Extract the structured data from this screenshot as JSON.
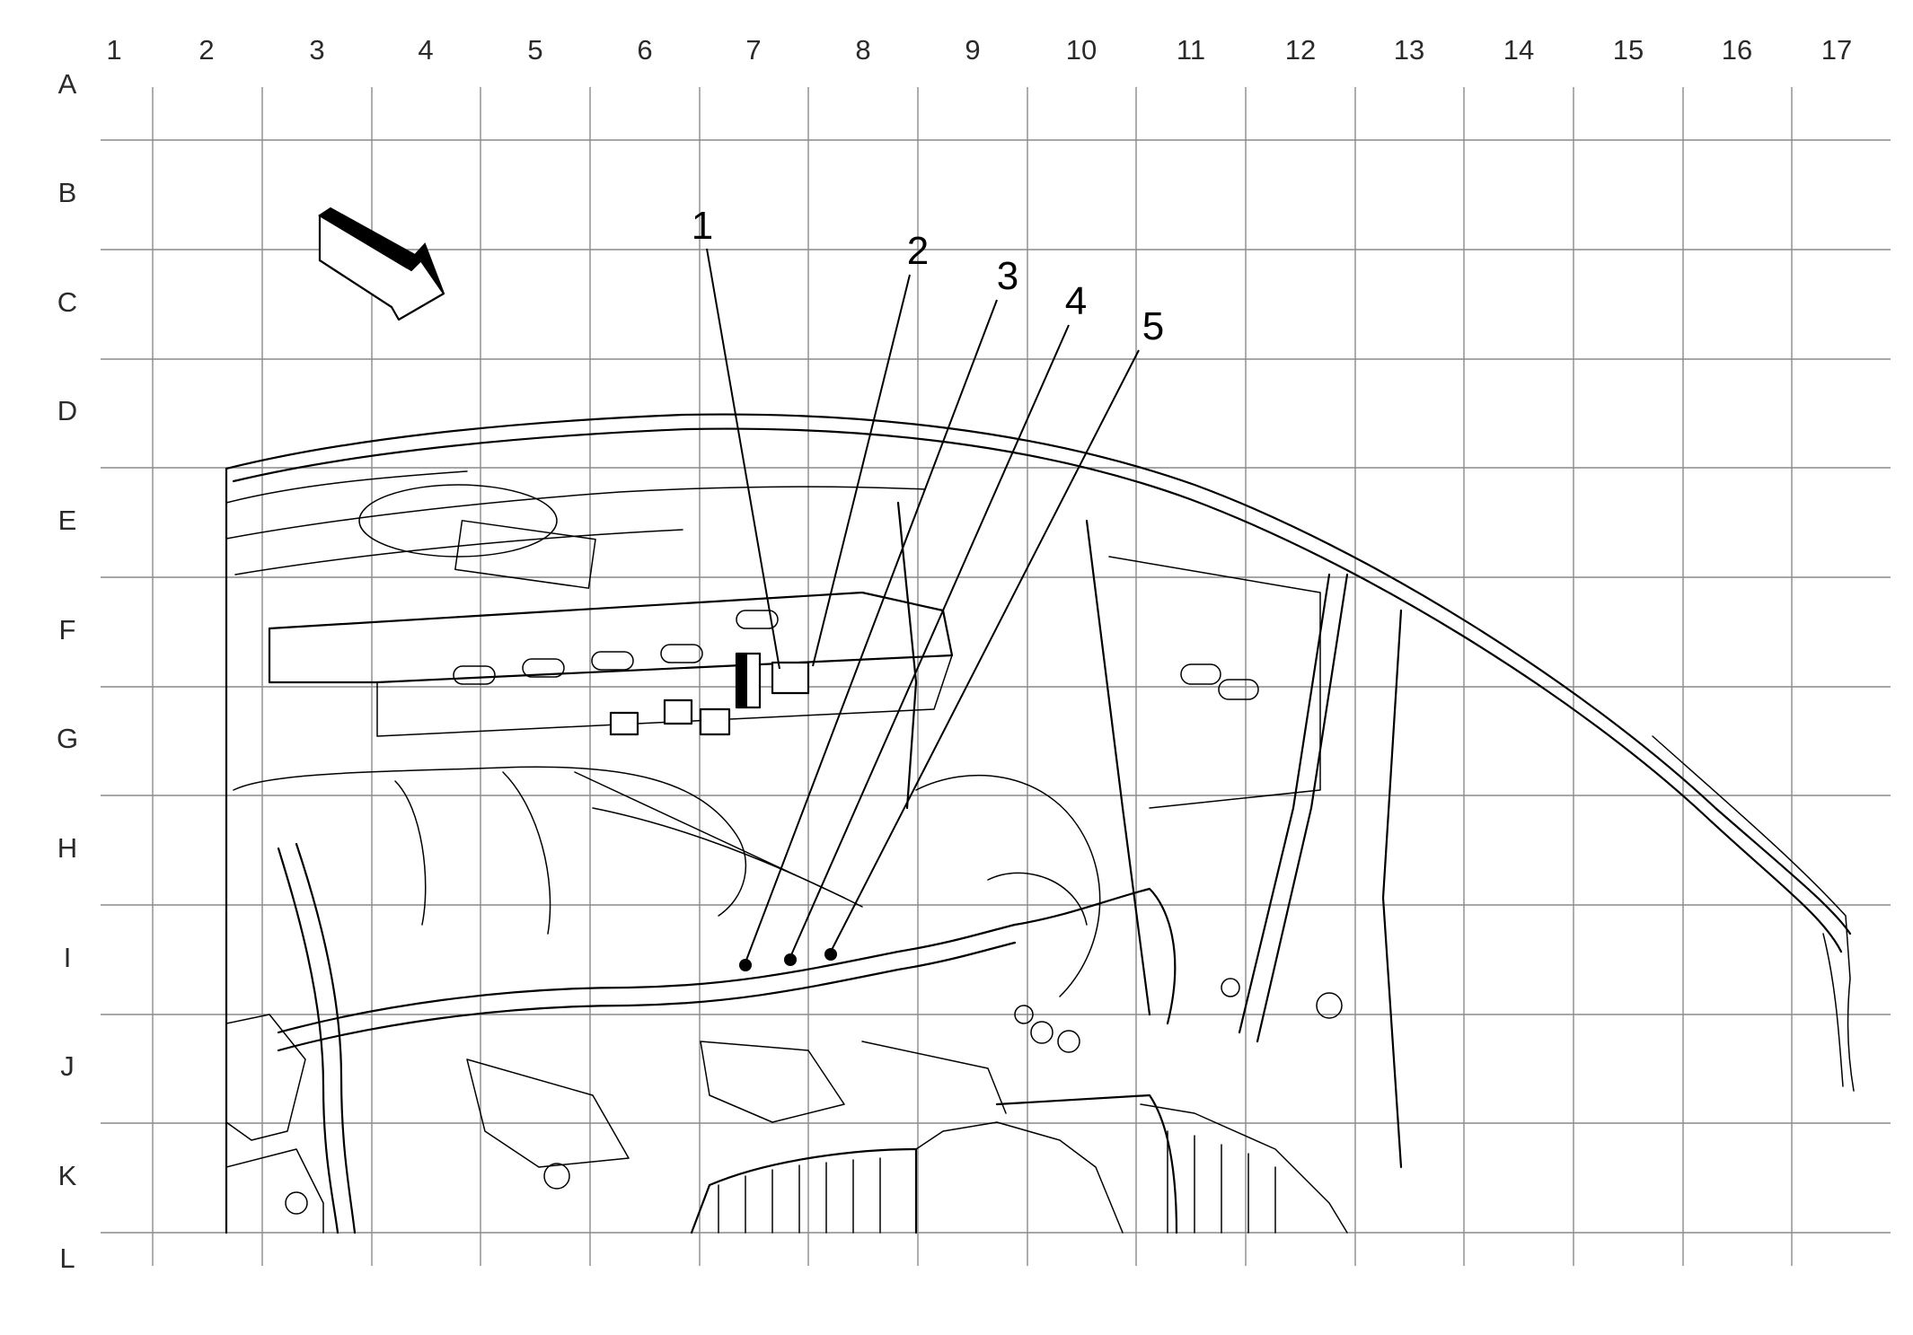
{
  "grid": {
    "columns": [
      "1",
      "2",
      "3",
      "4",
      "5",
      "6",
      "7",
      "8",
      "9",
      "10",
      "11",
      "12",
      "13",
      "14",
      "15",
      "16",
      "17"
    ],
    "rows": [
      "A",
      "B",
      "C",
      "D",
      "E",
      "F",
      "G",
      "H",
      "I",
      "J",
      "K",
      "L"
    ]
  },
  "callouts": [
    {
      "id": "1",
      "label": "1"
    },
    {
      "id": "2",
      "label": "2"
    },
    {
      "id": "3",
      "label": "3"
    },
    {
      "id": "4",
      "label": "4"
    },
    {
      "id": "5",
      "label": "5"
    }
  ],
  "icons": {
    "direction_arrow": "forward-direction-arrow-icon"
  },
  "colors": {
    "grid": "#8a8a8a",
    "ink": "#000000",
    "label": "#2a2a2a"
  }
}
